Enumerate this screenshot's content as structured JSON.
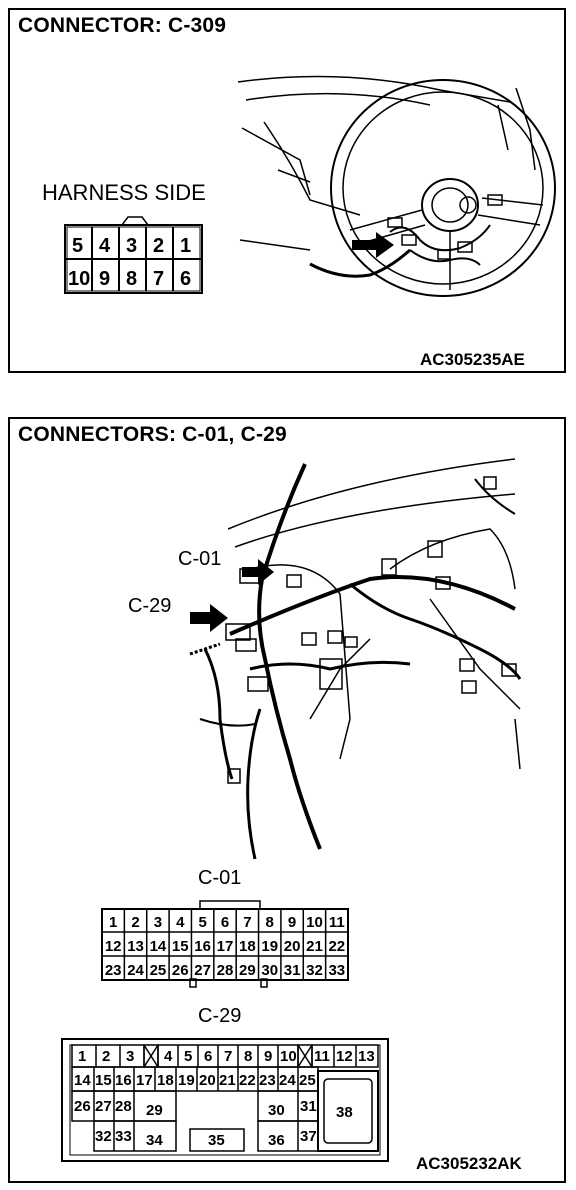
{
  "panel1": {
    "title": "CONNECTOR: C-309",
    "harness_label": "HARNESS SIDE",
    "code": "AC305235AE",
    "pins_top": [
      "5",
      "4",
      "3",
      "2",
      "1"
    ],
    "pins_bottom": [
      "10",
      "9",
      "8",
      "7",
      "6"
    ]
  },
  "panel2": {
    "title": "CONNECTORS: C-01, C-29",
    "callout_c01": "C-01",
    "callout_c29": "C-29",
    "c01_label": "C-01",
    "c29_label": "C-29",
    "code": "AC305232AK",
    "c01_rows": [
      [
        "1",
        "2",
        "3",
        "4",
        "5",
        "6",
        "7",
        "8",
        "9",
        "10",
        "11"
      ],
      [
        "12",
        "13",
        "14",
        "15",
        "16",
        "17",
        "18",
        "19",
        "20",
        "21",
        "22"
      ],
      [
        "23",
        "24",
        "25",
        "26",
        "27",
        "28",
        "29",
        "30",
        "31",
        "32",
        "33"
      ]
    ],
    "c29_row1": [
      "1",
      "2",
      "3",
      "4",
      "5",
      "6",
      "7",
      "8",
      "9",
      "10",
      "11",
      "12",
      "13"
    ],
    "c29_row2": [
      "14",
      "15",
      "16",
      "17",
      "18",
      "19",
      "20",
      "21",
      "22",
      "23",
      "24",
      "25"
    ],
    "c29_row3": [
      "26",
      "27",
      "28",
      "29",
      "30",
      "31",
      "38"
    ],
    "c29_row4": [
      "32",
      "33",
      "34",
      "35",
      "36",
      "37"
    ]
  }
}
